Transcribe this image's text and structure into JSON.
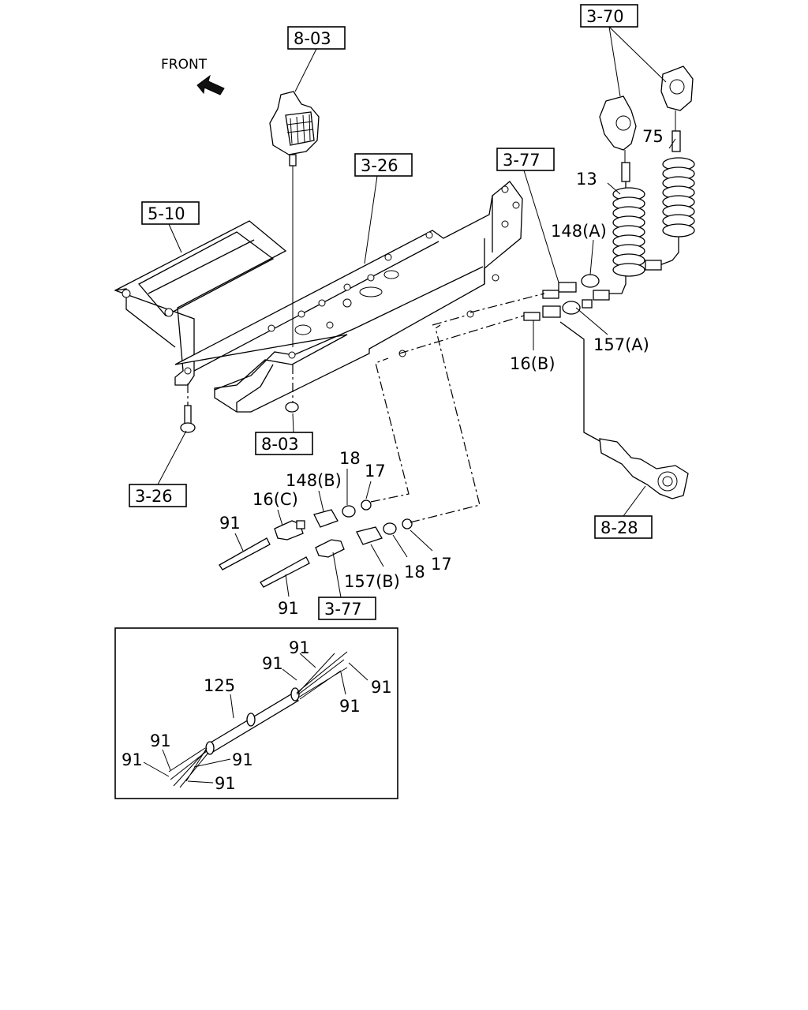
{
  "front_label": "FRONT",
  "refs": {
    "r_8_03_top": "8-03",
    "r_3_70": "3-70",
    "r_3_26_top": "3-26",
    "r_3_77_top": "3-77",
    "r_5_10": "5-10",
    "r_8_03_bottom": "8-03",
    "r_3_26_bottom": "3-26",
    "r_8_28": "8-28",
    "r_3_77_bottom": "3-77"
  },
  "parts": {
    "p_75": "75",
    "p_13": "13",
    "p_148a": "148(A)",
    "p_157a": "157(A)",
    "p_16b": "16(B)",
    "p_18_top": "18",
    "p_17_top": "17",
    "p_148b": "148(B)",
    "p_16c": "16(C)",
    "p_91_left": "91",
    "p_157b": "157(B)",
    "p_18_bottom": "18",
    "p_17_bottom": "17",
    "p_91_bottom": "91"
  },
  "inset": {
    "p_91_a": "91",
    "p_91_b": "91",
    "p_91_c": "91",
    "p_91_d": "91",
    "p_125": "125",
    "p_91_e": "91",
    "p_91_f": "91",
    "p_91_g": "91",
    "p_91_h": "91"
  }
}
